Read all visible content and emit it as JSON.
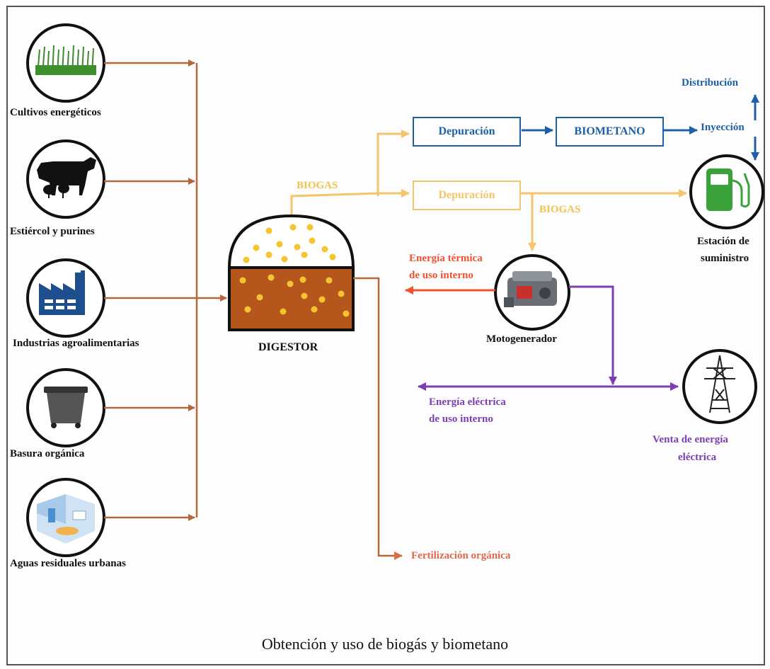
{
  "sources": [
    {
      "label": "Cultivos energéticos",
      "icon": "grass-icon"
    },
    {
      "label": "Estiércol y purines",
      "icon": "livestock-icon"
    },
    {
      "label": "Industrias agroalimentarias",
      "icon": "factory-icon"
    },
    {
      "label": "Basura orgánica",
      "icon": "trash-bin-icon"
    },
    {
      "label": "Aguas residuales urbanas",
      "icon": "bathroom-icon"
    }
  ],
  "digestor": {
    "label": "DIGESTOR"
  },
  "biogas_labels": {
    "main": "BIOGAS",
    "secondary": "BIOGAS"
  },
  "boxes": {
    "depuracion_1": "Depuración",
    "biometano": "BIOMETANO",
    "depuracion_2": "Depuración"
  },
  "grid": {
    "distribucion": "Distribución",
    "inyeccion": "Inyección"
  },
  "station": {
    "line1": "Estación de",
    "line2": "suministro"
  },
  "thermal": {
    "line1": "Energía térmica",
    "line2": "de uso interno"
  },
  "motor": {
    "label": "Motogenerador"
  },
  "electric": {
    "line1": "Energía eléctrica",
    "line2": "de uso interno"
  },
  "sale": {
    "line1": "Venta de energía",
    "line2": "eléctrica"
  },
  "fertilizer": {
    "label": "Fertilización orgánica"
  },
  "caption": "Obtención y uso de biogás y biometano",
  "colors": {
    "brown": "#b5693a",
    "yellow": "#f4c56a",
    "blue": "#1f5fa6",
    "red": "#f0512f",
    "purple": "#7b3fb3"
  }
}
